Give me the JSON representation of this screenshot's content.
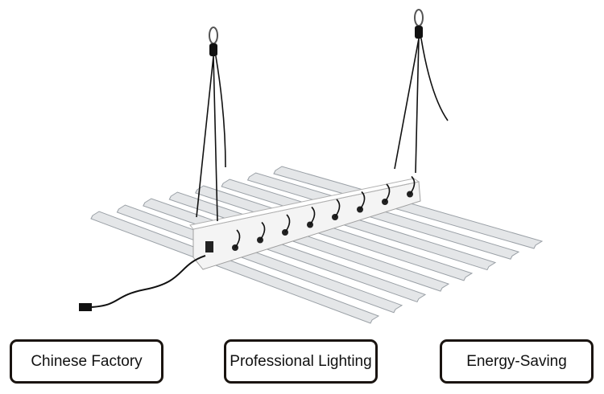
{
  "labels": [
    "Chinese Factory",
    "Professional Lighting",
    "Energy-Saving"
  ],
  "product": {
    "bar_count": 8,
    "bar_color": "#e4e6e8",
    "spine_color": "#f4f4f4",
    "cord_color": "#111111"
  }
}
